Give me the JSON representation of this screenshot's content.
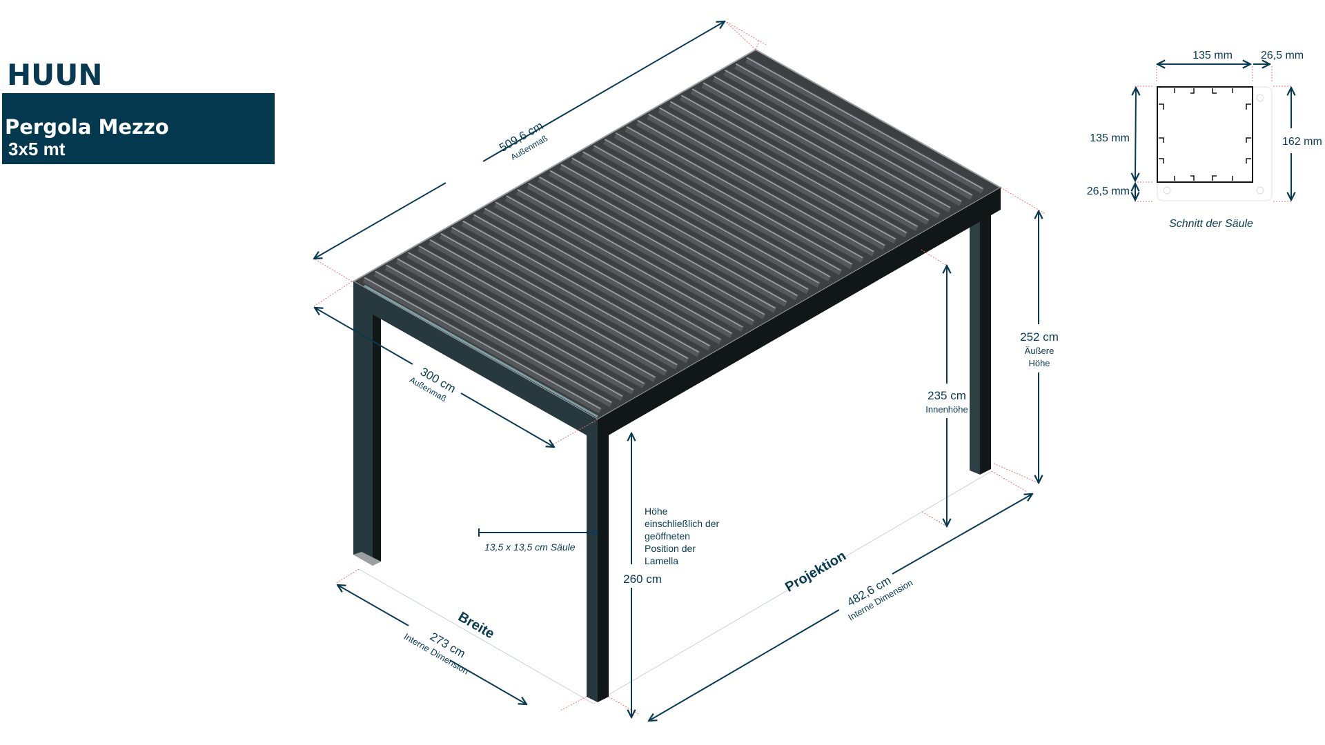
{
  "brand": "HUUN",
  "product": {
    "name": "Pergola Mezzo",
    "size": "3x5 mt"
  },
  "colors": {
    "brand": "#03384f",
    "dimension_line": "#073a52",
    "extension_line": "#f07070",
    "frame": "#25393f",
    "slats": "#4a4c4e"
  },
  "dimensions": {
    "length_outer": {
      "value": "509,6 cm",
      "label": "Außenmaß"
    },
    "width_outer": {
      "value": "300 cm",
      "label": "Außenmaß"
    },
    "height_outer": {
      "value": "252 cm",
      "label1": "Äußere",
      "label2": "Höhe"
    },
    "height_inner": {
      "value": "235 cm",
      "label": "Innenhöhe"
    },
    "height_open": {
      "value": "260 cm",
      "lines": [
        "Höhe",
        "einschließlich der",
        "geöffneten",
        "Position der",
        "Lamella"
      ]
    },
    "column": {
      "label": "13,5 x 13,5 cm Säule"
    },
    "breite": {
      "heading": "Breite",
      "value": "273 cm",
      "label": "Interne Dimension"
    },
    "projektion": {
      "heading": "Projektion",
      "value": "482,6 cm",
      "label": "Interne Dimension"
    }
  },
  "section": {
    "title": "Schnitt der Säule",
    "top_width": "135 mm",
    "top_plate": "26,5 mm",
    "left_height": "135 mm",
    "left_plate": "26,5 mm",
    "right_height": "162 mm"
  }
}
